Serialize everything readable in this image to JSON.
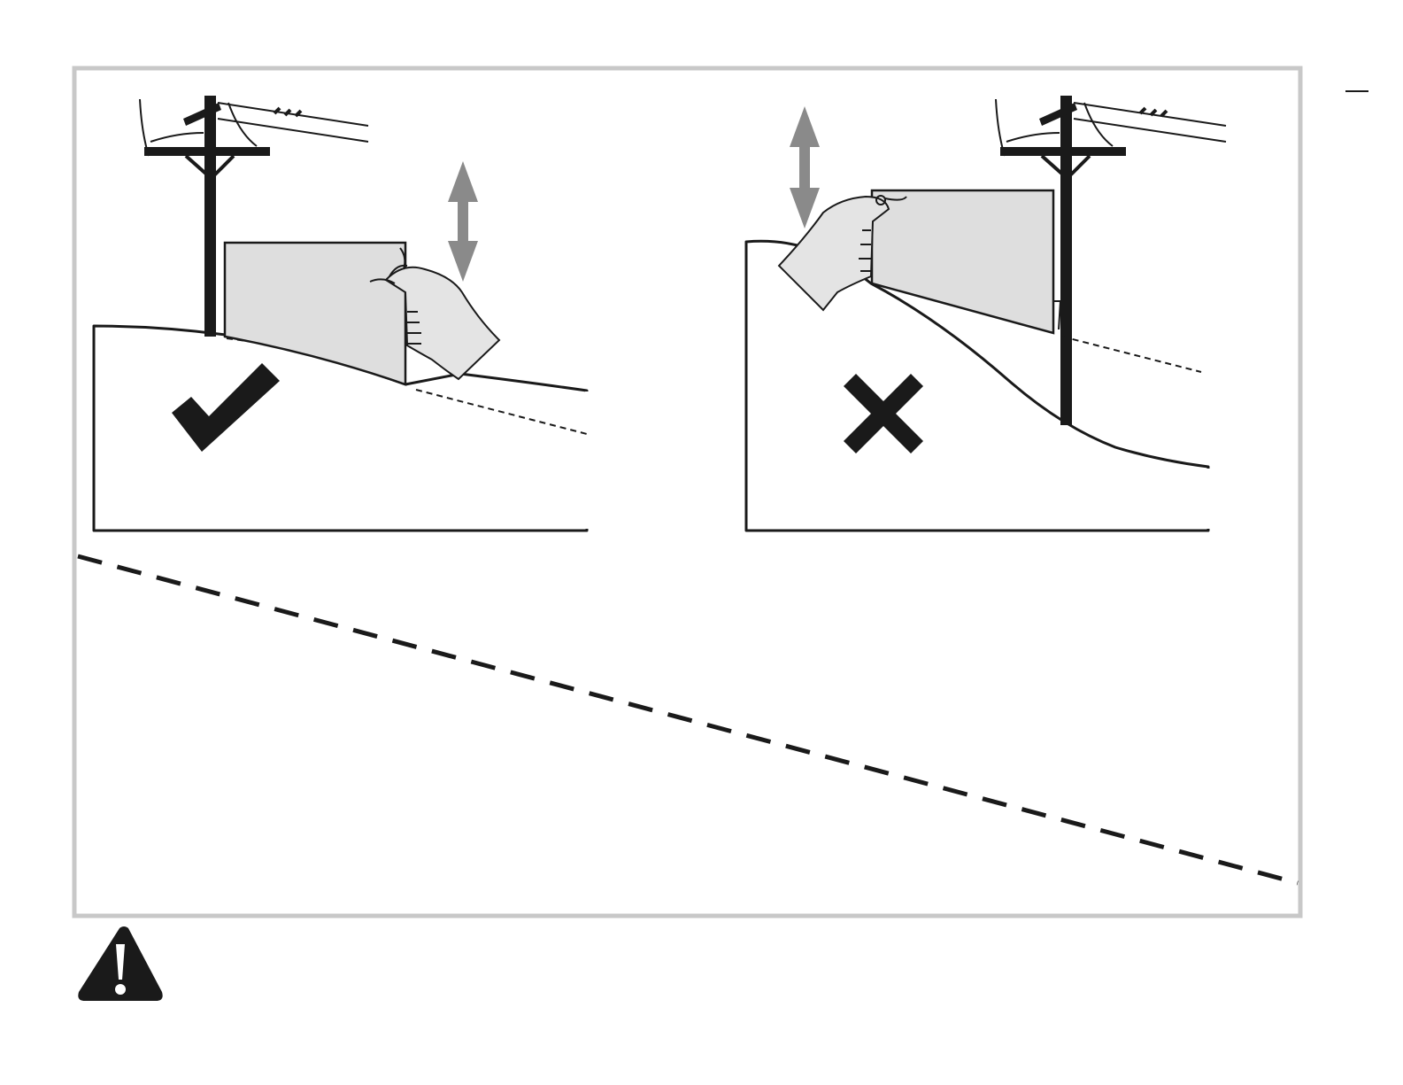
{
  "colors": {
    "ink": "#1a1a1a",
    "frame": "#c8c8c8",
    "panel_fill": "#dedede",
    "arrow": "#8a8a8a",
    "hand_fill": "#e4e4e4",
    "warning": "#1a1a1a",
    "background": "#ffffff"
  },
  "panels": [
    {
      "id": "correct",
      "verdict": "correct",
      "icon": "checkmark-icon"
    },
    {
      "id": "incorrect",
      "verdict": "incorrect",
      "icon": "cross-icon"
    }
  ],
  "icons": {
    "warning": "warning-triangle-icon",
    "pole": "utility-pole-icon",
    "arrow": "double-arrow-vertical-icon"
  }
}
